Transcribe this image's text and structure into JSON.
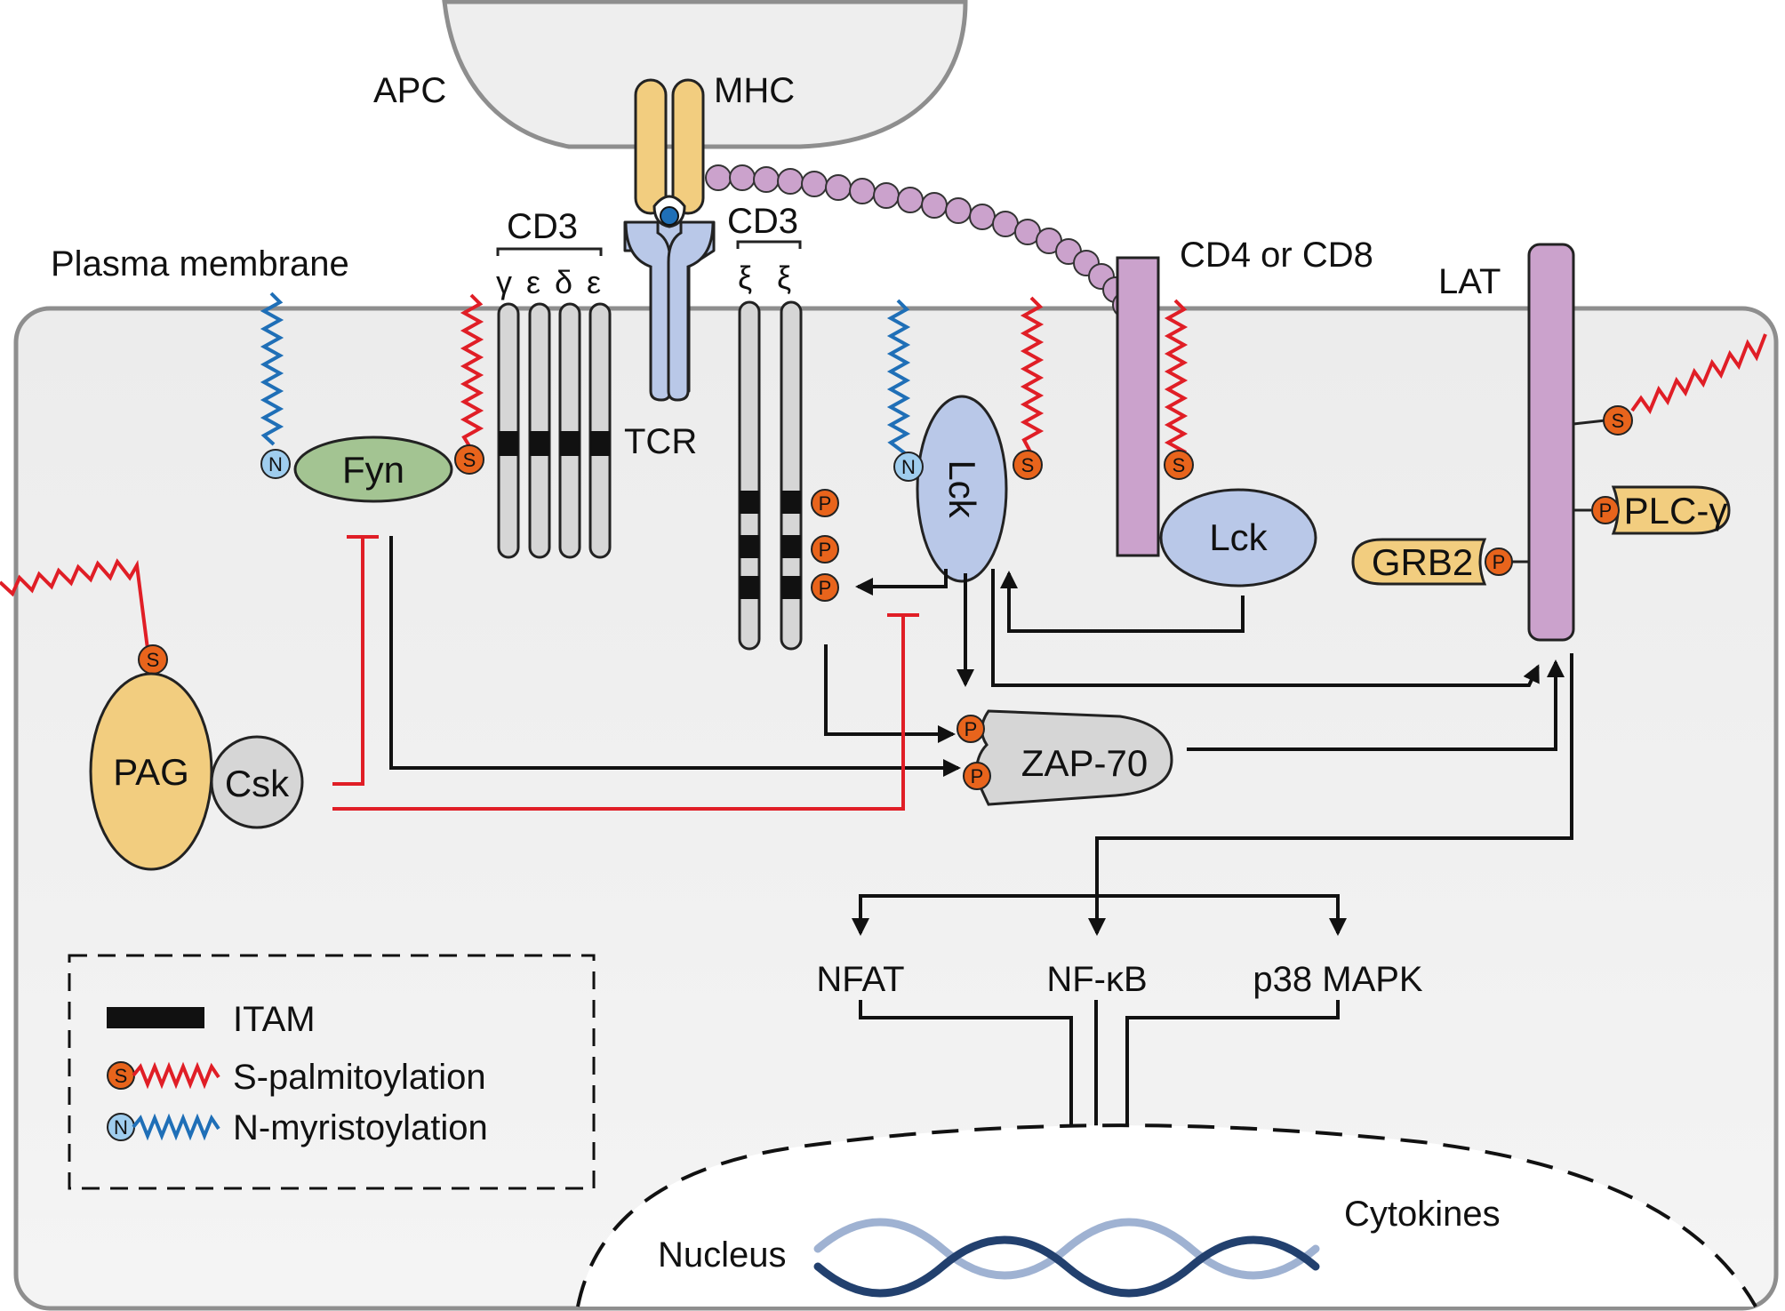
{
  "labels": {
    "apc": "APC",
    "mhc": "MHC",
    "plasma_membrane": "Plasma membrane",
    "cd3_left": "CD3",
    "cd3_right": "CD3",
    "gamma": "γ",
    "epsilon1": "ε",
    "delta": "δ",
    "epsilon2": "ε",
    "zeta1": "ξ",
    "zeta2": "ξ",
    "tcr": "TCR",
    "cd4_cd8": "CD4 or CD8",
    "lat": "LAT",
    "fyn": "Fyn",
    "lck_membrane": "Lck",
    "lck_bound": "Lck",
    "pag": "PAG",
    "csk": "Csk",
    "zap70": "ZAP-70",
    "grb2": "GRB2",
    "plcg": "PLC-γ",
    "nfat": "NFAT",
    "nfkb": "NF-κB",
    "p38": "p38 MAPK",
    "nucleus": "Nucleus",
    "cytokines": "Cytokines"
  },
  "badges": {
    "n": "N",
    "s": "S",
    "p": "P"
  },
  "legend": {
    "itam": "ITAM",
    "palmitoylation": "S-palmitoylation",
    "myristoylation": "N-myristoylation"
  },
  "colors": {
    "membrane_fill": "#efefef",
    "membrane_stroke": "#8e8e8e",
    "tcr_blue": "#b9c8e8",
    "mhc_yellow": "#f2cd7f",
    "cd4_purple": "#cba2cc",
    "lck_blue": "#b9c8e8",
    "fyn_green": "#a3c492",
    "pag_yellow": "#f2cd7f",
    "csk_gray": "#d6d6d6",
    "badge_orange": "#e8641c",
    "badge_blue": "#9fcdee",
    "palmitoyl_red": "#e01e26",
    "myristoyl_blue": "#1f6fb7",
    "inhibit_red": "#e01e26",
    "dna_dark": "#22406e",
    "dna_light": "#9fb2d2"
  }
}
